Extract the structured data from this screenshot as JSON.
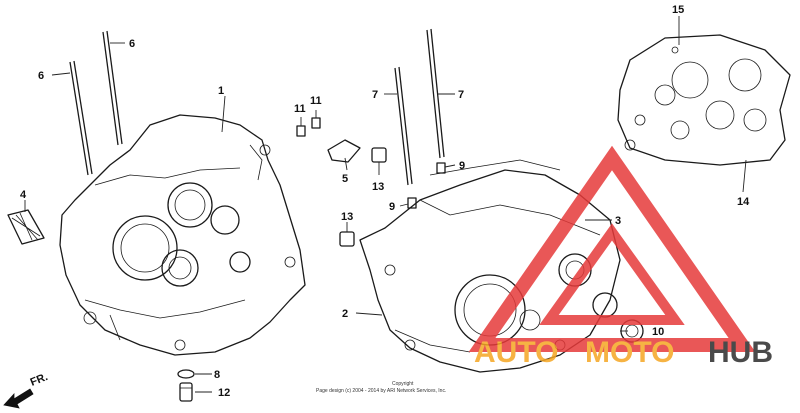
{
  "callouts": [
    {
      "id": "c1",
      "text": "1"
    },
    {
      "id": "c2",
      "text": "2"
    },
    {
      "id": "c3",
      "text": "3"
    },
    {
      "id": "c4",
      "text": "4"
    },
    {
      "id": "c5",
      "text": "5"
    },
    {
      "id": "c6a",
      "text": "6"
    },
    {
      "id": "c6b",
      "text": "6"
    },
    {
      "id": "c7a",
      "text": "7"
    },
    {
      "id": "c7b",
      "text": "7"
    },
    {
      "id": "c8",
      "text": "8"
    },
    {
      "id": "c9a",
      "text": "9"
    },
    {
      "id": "c9b",
      "text": "9"
    },
    {
      "id": "c10",
      "text": "10"
    },
    {
      "id": "c11a",
      "text": "11"
    },
    {
      "id": "c11b",
      "text": "11"
    },
    {
      "id": "c12",
      "text": "12"
    },
    {
      "id": "c13a",
      "text": "13"
    },
    {
      "id": "c13b",
      "text": "13"
    },
    {
      "id": "c14",
      "text": "14"
    },
    {
      "id": "c15",
      "text": "15"
    }
  ],
  "direction_label": "FR.",
  "copyright": {
    "line1": "Copyright",
    "line2": "Page design (c) 2004 - 2014 by ARI Network Services, Inc."
  },
  "watermark": {
    "part1": "AUTO",
    "part2": "MOTO",
    "part3": "HUB",
    "color_orange": "#f5a623",
    "color_red": "#e63a3a",
    "color_dark": "#2b2b2b"
  }
}
